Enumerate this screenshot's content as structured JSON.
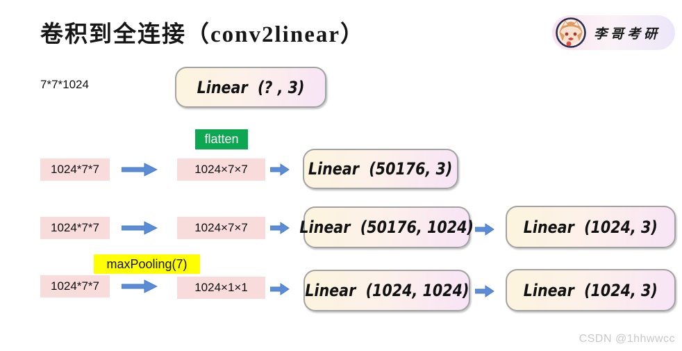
{
  "page": {
    "title": "卷积到全连接（conv2linear）",
    "watermark": "CSDN @1hhwwcc"
  },
  "brand": {
    "name": "李哥考研",
    "avatar_icon": "anime-girl-avatar"
  },
  "annotations": {
    "input_shape": "7*7*1024",
    "flatten_label": "flatten",
    "maxpool_label": "maxPooling(7)"
  },
  "top_box": {
    "label": "Linear  (? , 3)"
  },
  "rows": [
    {
      "src": "1024*7*7",
      "mid": "1024×7×7",
      "linear1": "Linear  (50176, 3)"
    },
    {
      "src": "1024*7*7",
      "mid": "1024×7×7",
      "linear1": "Linear  (50176, 1024)",
      "linear2": "Linear  (1024, 3)"
    },
    {
      "src": "1024*7*7",
      "mid": "1024×1×1",
      "linear1": "Linear  (1024, 1024)",
      "linear2": "Linear  (1024, 3)"
    }
  ],
  "colors": {
    "arrow_blue": "#5b8cd5",
    "arrow_blue_dark": "#4a7dc4",
    "pink_box": "#f8dcdb",
    "flatten_green": "#0CA750",
    "maxpool_yellow": "#ffff00",
    "linear_gradient_left": "#fcf4dd",
    "linear_gradient_right": "#f7e4f6",
    "pill_gradient_left": "#f8e1ee",
    "pill_gradient_right": "#ece6f9",
    "watermark_gray": "#c9c9c9"
  }
}
